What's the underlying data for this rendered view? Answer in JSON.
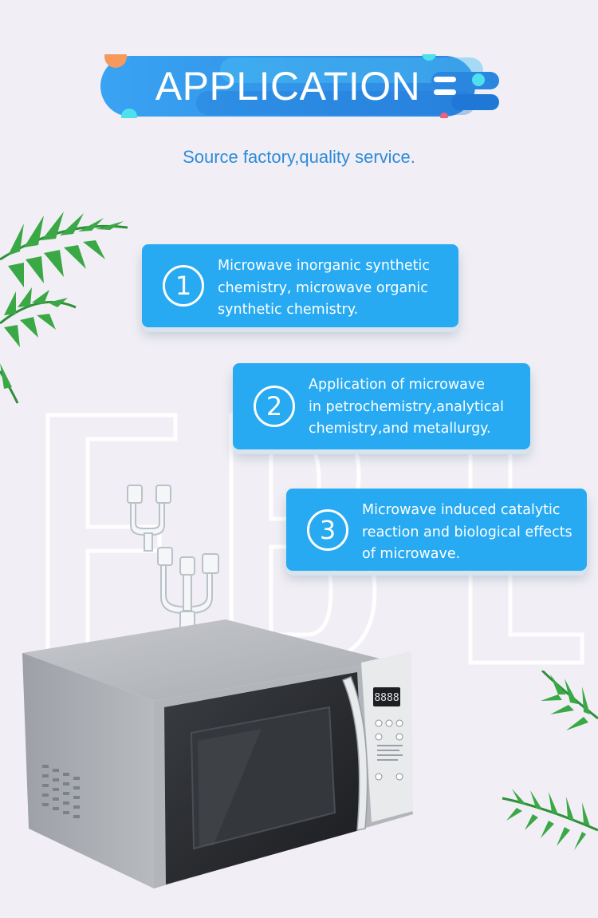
{
  "header": {
    "title": "APPLICATION",
    "subtitle": "Source factory,quality service."
  },
  "cards": [
    {
      "number": "1",
      "lines": [
        "Microwave inorganic synthetic",
        "chemistry, microwave organic",
        "synthetic chemistry."
      ]
    },
    {
      "number": "2",
      "lines": [
        "Application of microwave",
        "in petrochemistry,analytical",
        "chemistry,and metallurgy."
      ]
    },
    {
      "number": "3",
      "lines": [
        "Microwave induced catalytic",
        "reaction and biological effects",
        "of microwave."
      ]
    }
  ],
  "microwave": {
    "display": "8888"
  },
  "colors": {
    "accent_blue": "#27aaf2",
    "banner_blue": "#2b90e4",
    "subtitle_blue": "#2d8bd8",
    "orange_dot": "#f59a5c",
    "cyan_dot": "#4fe0ee",
    "pink_dot": "#f0607a",
    "background": "#f1eff5"
  }
}
